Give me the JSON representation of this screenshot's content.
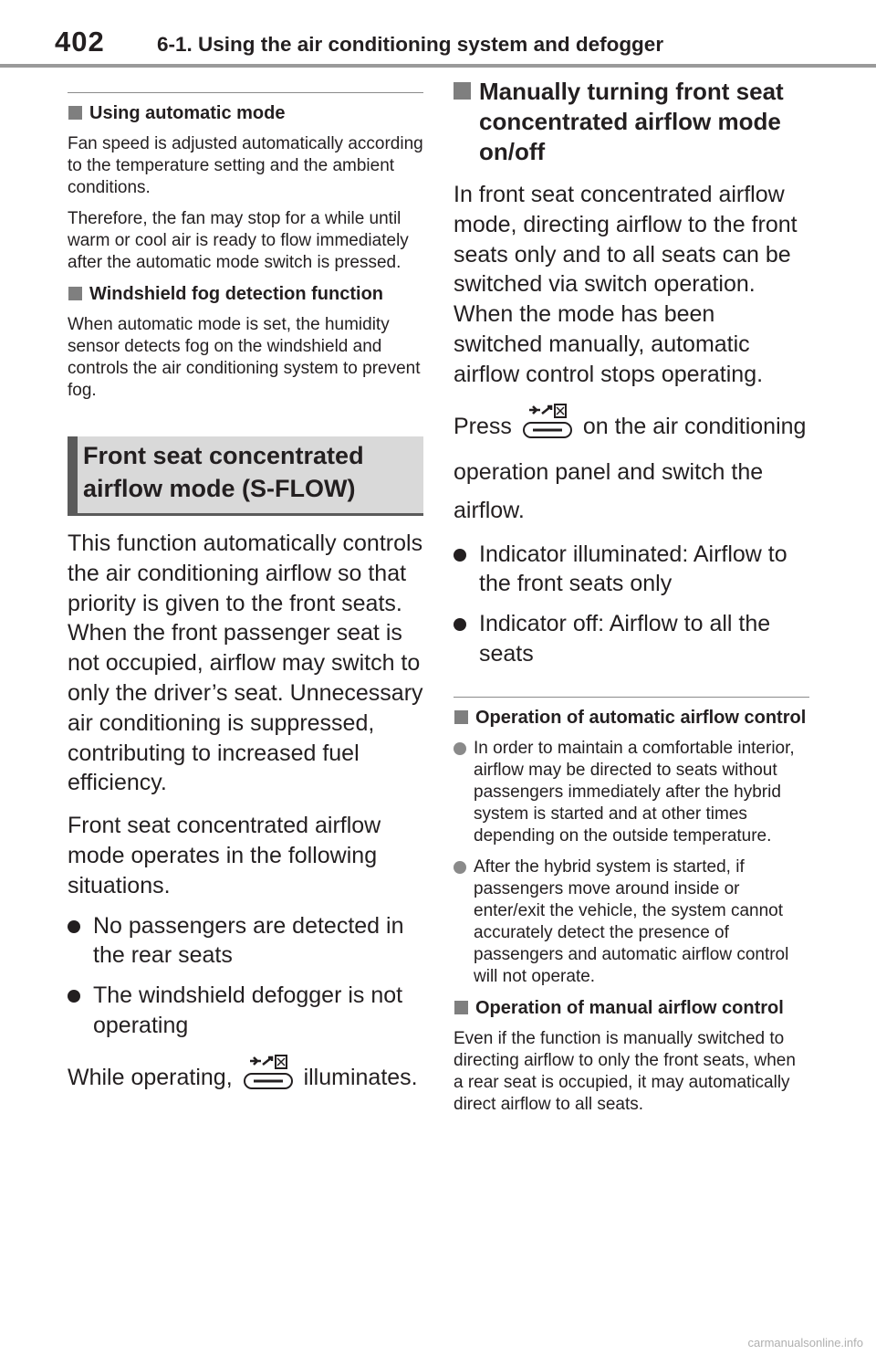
{
  "header": {
    "page_number": "402",
    "section_title": "6-1. Using the air conditioning system and defogger"
  },
  "left": {
    "note1": {
      "title": "Using automatic mode",
      "p1": "Fan speed is adjusted automatically according to the temperature setting and the ambient conditions.",
      "p2": "Therefore, the fan may stop for a while until warm or cool air is ready to flow immediately after the automatic mode switch is pressed."
    },
    "note2": {
      "title": "Windshield fog detection function",
      "p1": "When automatic mode is set, the humidity sensor detects fog on the windshield and controls the air conditioning system to prevent fog."
    },
    "box_heading": "Front seat concentrated airflow mode (S-FLOW)",
    "p1": "This function automatically controls the air conditioning airflow so that priority is given to the front seats. When the front passenger seat is not occupied, airflow may switch to only the driver’s seat. Unnecessary air conditioning is suppressed, contributing to increased fuel efficiency.",
    "p2": "Front seat concentrated airflow mode operates in the following situations.",
    "bullets": [
      "No passengers are detected in the rear seats",
      "The windshield defogger is not operating"
    ],
    "p3_before": "While operating,",
    "p3_after": "illuminates."
  },
  "right": {
    "heading": "Manually turning front seat concentrated airflow mode on/off",
    "p1": "In front seat concentrated airflow mode, directing airflow to the front seats only and to all seats can be switched via switch operation. When the mode has been switched manually, automatic airflow control stops operating.",
    "p2_before": "Press",
    "p2_after": "on the air conditioning operation panel and switch the airflow.",
    "bullets": [
      "Indicator illuminated: Airflow to the front seats only",
      "Indicator off: Airflow to all the seats"
    ],
    "note3": {
      "title": "Operation of automatic airflow control",
      "bullets": [
        "In order to maintain a comfortable interior, airflow may be directed to seats without passengers immediately after the hybrid system is started and at other times depending on the outside temperature.",
        "After the hybrid system is started, if passengers move around inside or enter/exit the vehicle, the system cannot accurately detect the presence of passengers and automatic airflow control will not operate."
      ]
    },
    "note4": {
      "title": "Operation of manual airflow control",
      "p1": "Even if the function is manually switched to directing airflow to only the front seats, when a rear seat is occupied, it may automatically direct airflow to all seats."
    }
  },
  "icons": {
    "sflow": "sflow-switch-icon"
  },
  "footer": {
    "watermark": "carmanualsonline.info"
  }
}
